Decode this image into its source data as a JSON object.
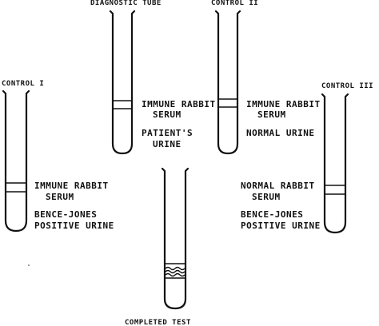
{
  "diagram": {
    "tubes": {
      "diagnostic": {
        "title": "DIAGNOSTIC TUBE",
        "upper_layer": [
          "IMMUNE RABBIT",
          "SERUM"
        ],
        "lower_layer": [
          "PATIENT'S",
          "URINE"
        ]
      },
      "control_1": {
        "title": "CONTROL I",
        "upper_layer": [
          "IMMUNE RABBIT",
          "SERUM"
        ],
        "lower_layer": [
          "BENCE-JONES",
          "POSITIVE URINE"
        ]
      },
      "control_2": {
        "title": "CONTROL II",
        "upper_layer": [
          "IMMUNE RABBIT",
          "SERUM"
        ],
        "lower_layer": [
          "NORMAL URINE"
        ]
      },
      "control_3": {
        "title": "CONTROL III",
        "upper_layer": [
          "NORMAL RABBIT",
          "SERUM"
        ],
        "lower_layer": [
          "BENCE-JONES",
          "POSITIVE URINE"
        ]
      },
      "completed": {
        "title": "COMPLETED TEST"
      }
    }
  }
}
